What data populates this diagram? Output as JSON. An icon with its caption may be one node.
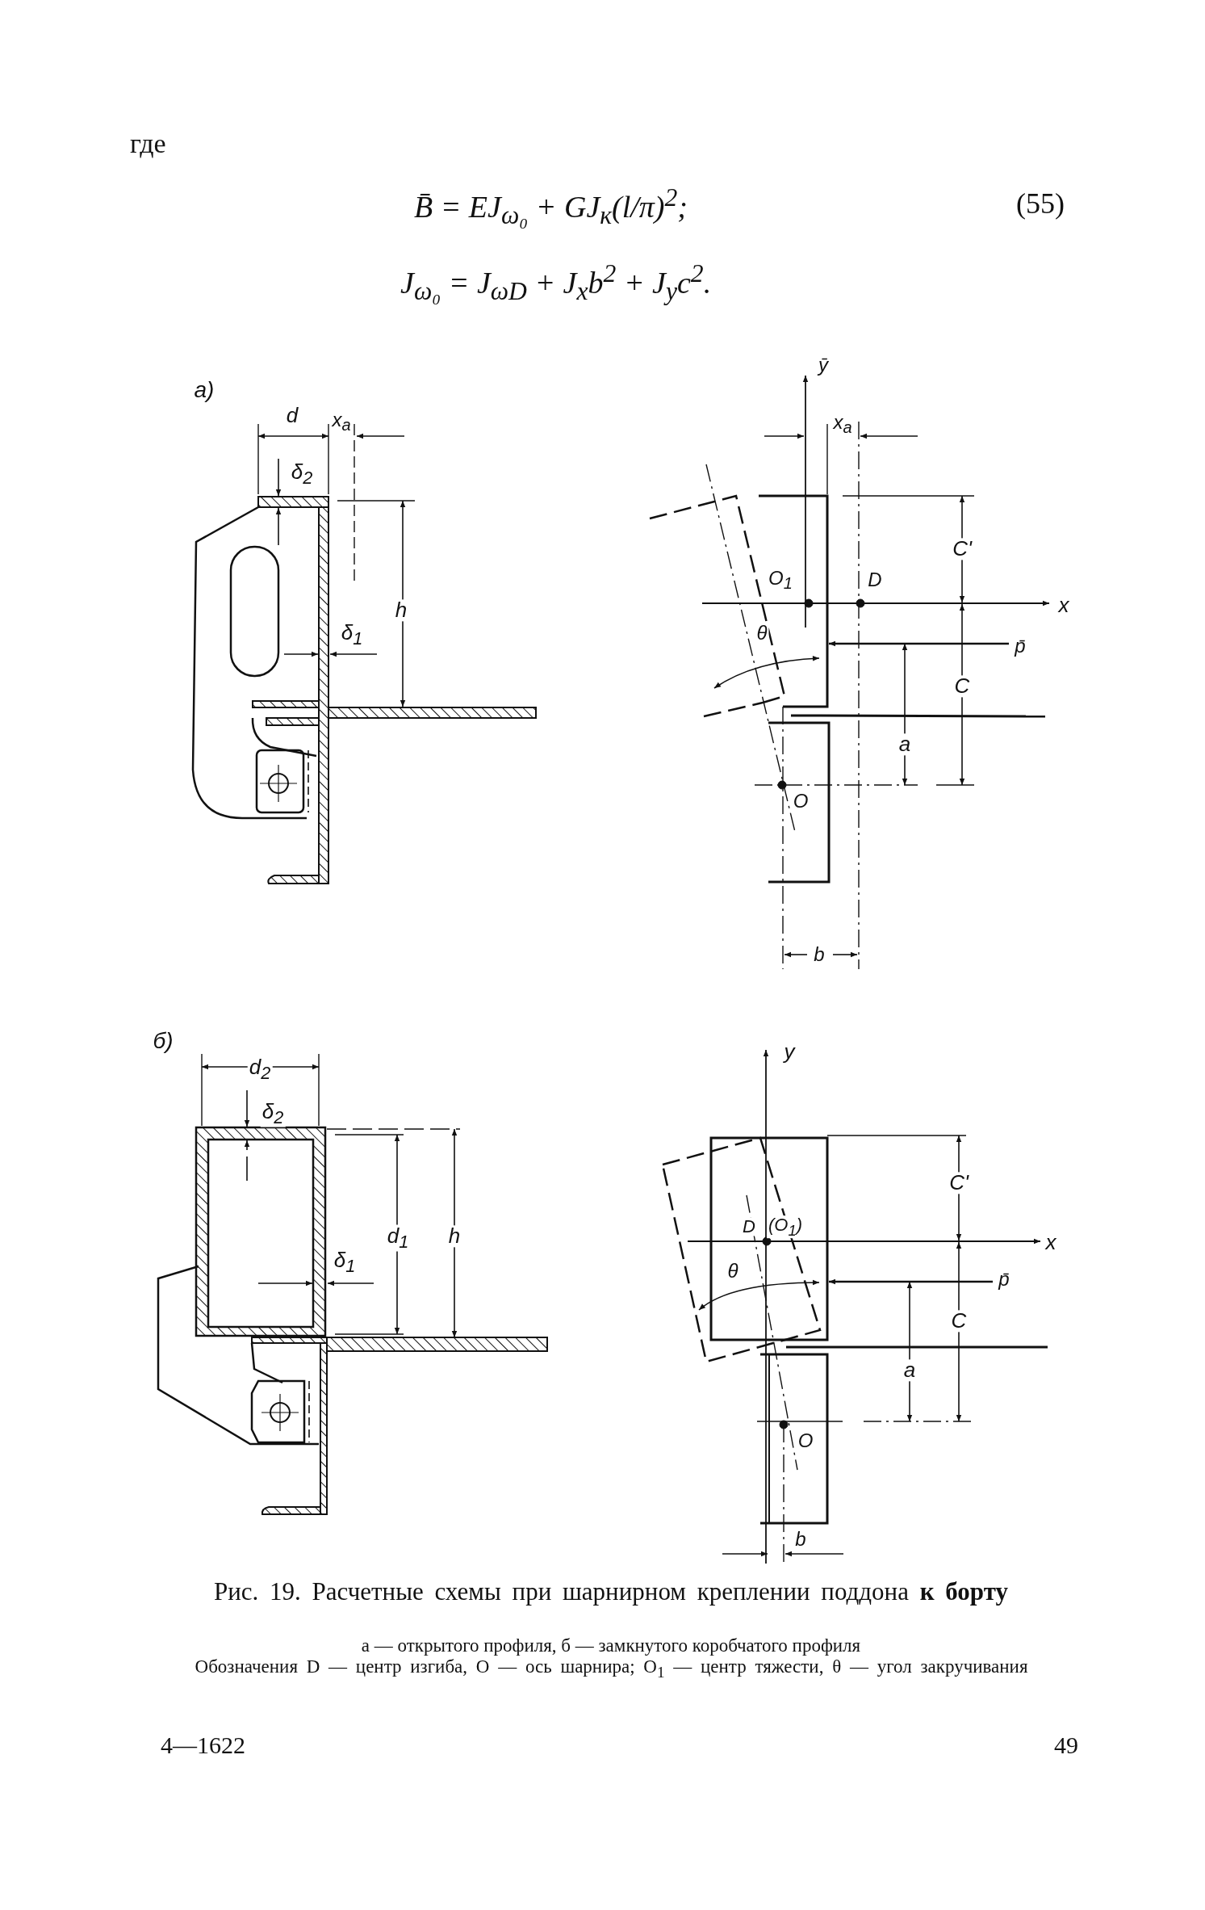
{
  "diagram": {
    "caption": "Рис. 19. Расчетные схемы при шарнирном креплении поддона **к борту**",
    "labels": [
      "где",
      "B̄ = EJ$_{ω₀}$ + GJ$_{к}$(l/π)$^{2}$;",
      "(55)",
      "J$_{ω₀}$ = J$_{ωD}$ + J$_{x}$b$^{2}$ + J$_{y}$c$^{2}$.",
      "а)",
      "d",
      "x$_{a}$",
      "ȳ",
      "x$_{a}$",
      "δ$_{2}$",
      "C'",
      "h",
      "O$_{1}$",
      "D",
      "x",
      "δ$_{1}$",
      "θ",
      "p̄",
      "C",
      "a",
      "O",
      "b",
      "б)",
      "d$_{2}$",
      "y",
      "δ$_{2}$",
      "C'",
      "d$_{1}$",
      "h",
      "D",
      "(O$_{1}$)",
      "x",
      "δ$_{1}$",
      "θ",
      "p̄",
      "C",
      "a",
      "O",
      "b",
      "а — открытого профиля, б — замкнутого коробчатого профиля",
      "Обозначения D — центр изгиба, O — ось шарнира; O$_{1}$ — центр тяжести, θ — угол закручивания",
      "4—1622",
      "49"
    ]
  }
}
